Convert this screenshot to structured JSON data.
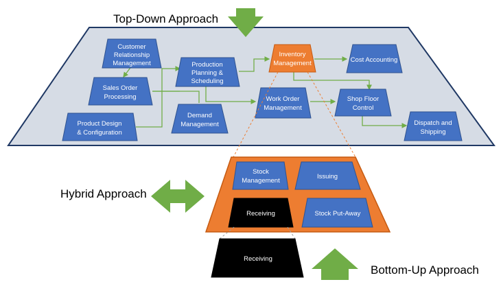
{
  "colors": {
    "platform_fill": "#d6dce5",
    "platform_stroke": "#1f3864",
    "node_fill": "#4472c4",
    "node_stroke": "#2f528f",
    "highlight_fill": "#ed7d31",
    "arrow_green": "#70ad47",
    "black": "#000000",
    "dashed": "#ed7d31"
  },
  "labels": {
    "top_down": "Top-Down Approach",
    "hybrid": "Hybrid Approach",
    "bottom_up": "Bottom-Up Approach"
  },
  "nodes": {
    "crm": [
      "Customer",
      "Relationship",
      "Management"
    ],
    "sales_order": [
      "Sales Order",
      "Processing"
    ],
    "product_design": [
      "Product Design",
      "& Configuration"
    ],
    "production_planning": [
      "Production",
      "Planning &",
      "Scheduling"
    ],
    "demand": [
      "Demand",
      "Management"
    ],
    "inventory": [
      "Inventory",
      "Management"
    ],
    "work_order": [
      "Work Order",
      "Management"
    ],
    "cost_accounting": [
      "Cost Accounting"
    ],
    "shop_floor": [
      "Shop Floor",
      "Control"
    ],
    "dispatch": [
      "Dispatch and",
      "Shipping"
    ]
  },
  "detail_nodes": {
    "stock_management": [
      "Stock",
      "Management"
    ],
    "issuing": [
      "Issuing"
    ],
    "receiving": [
      "Receiving"
    ],
    "stock_put_away": [
      "Stock Put-Away"
    ]
  },
  "bottom_node": [
    "Receiving"
  ]
}
